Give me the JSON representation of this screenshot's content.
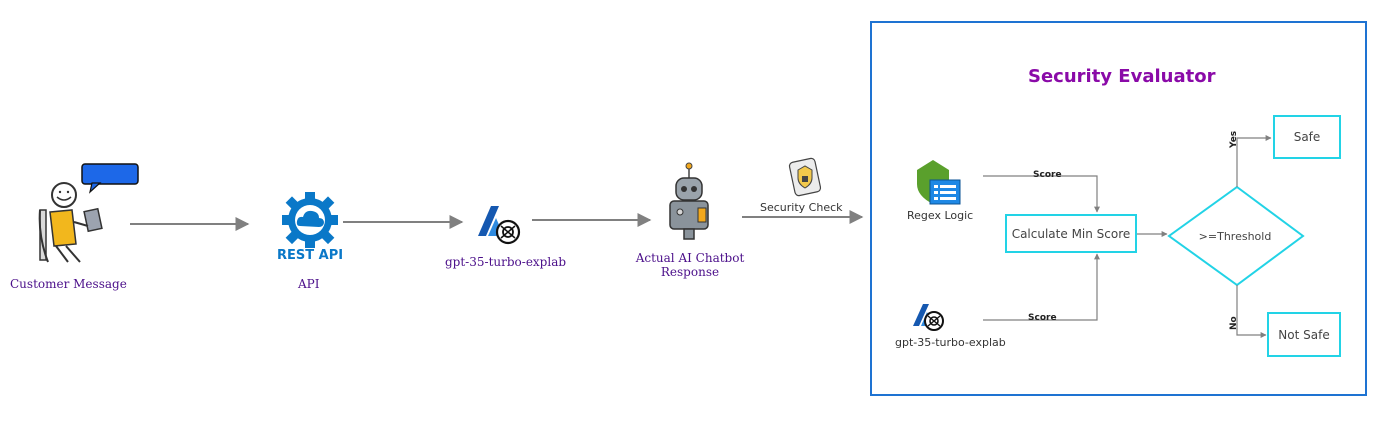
{
  "nodes": {
    "customer": "Customer Message",
    "api": "API",
    "rest_api": "REST API",
    "gpt_main": "gpt-35-turbo-explab",
    "chatbot": "Actual  AI Chatbot\nResponse",
    "security_check": "Security  Check"
  },
  "evaluator": {
    "title": "Security Evaluator",
    "regex": "Regex Logic",
    "gpt": "gpt-35-turbo-explab",
    "score_top": "Score",
    "score_bottom": "Score",
    "calc": "Calculate Min Score",
    "threshold": ">=Threshold",
    "yes": "Yes",
    "no": "No",
    "safe": "Safe",
    "not_safe": "Not Safe"
  },
  "colors": {
    "arrow": "#808080",
    "evaluator_border": "#1e73d2",
    "cyan": "#22d3e6",
    "purple_title": "#8a0aa8",
    "label_purple": "#4b0f8a",
    "azure_blue": "#0078d4"
  },
  "icons": [
    "person-at-laptop-icon",
    "speech-bubble-icon",
    "rest-api-gear-cloud-icon",
    "azure-openai-icon",
    "robot-icon",
    "security-shield-card-icon",
    "regex-shield-icon"
  ]
}
